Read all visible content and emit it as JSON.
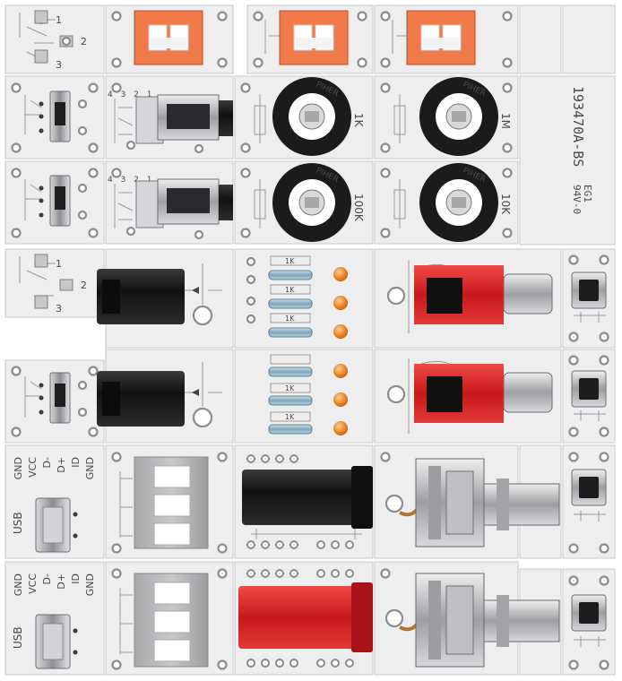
{
  "labels": {
    "pin_1": "1",
    "pin_2": "2",
    "pin_3": "3",
    "jack_pins": "4 3 2 1",
    "pot_value_1": "1K",
    "pot_value_2": "100K",
    "pot_value_3": "1M",
    "pot_value_4": "10K",
    "pot_brand": "PIHER",
    "resistor": "1K",
    "usb": "USB",
    "usb_pins": [
      "GND",
      "VCC",
      "D-",
      "D+",
      "ID",
      "GND"
    ],
    "pcb_code": "193470A-BS",
    "pcb_marking_1": "EG1",
    "pcb_marking_2": "94V-0"
  },
  "colors": {
    "board": "#eeeeef",
    "switch_orange": "#f07a4a",
    "red_jack": "#d9262b",
    "led_orange": "#f08a2a",
    "black_body": "#1e1e1f"
  }
}
